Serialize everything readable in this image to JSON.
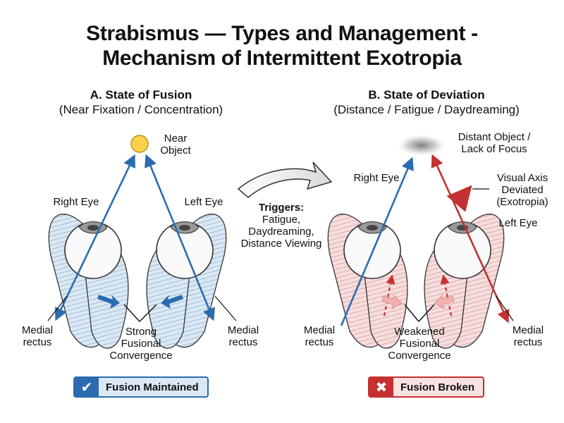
{
  "title": {
    "line1": "Strabismus — Types and Management -",
    "line2": "Mechanism of Intermittent Exotropia"
  },
  "panel_a": {
    "heading": "A. State of Fusion",
    "subheading": "(Near Fixation / Concentration)",
    "near_object_line1": "Near",
    "near_object_line2": "Object",
    "right_eye": "Right Eye",
    "left_eye": "Left Eye",
    "medial_rectus_left_line1": "Medial",
    "medial_rectus_left_line2": "rectus",
    "medial_rectus_right_line1": "Medial",
    "medial_rectus_right_line2": "rectus",
    "convergence_line1": "Strong",
    "convergence_line2": "Fusional",
    "convergence_line3": "Convergence",
    "badge": "Fusion Maintained"
  },
  "triggers": {
    "heading": "Triggers:",
    "line1": "Fatigue,",
    "line2": "Daydreaming,",
    "line3": "Distance Viewing"
  },
  "panel_b": {
    "heading": "B. State of Deviation",
    "subheading": "(Distance / Fatigue / Daydreaming)",
    "distant_object_line1": "Distant Object /",
    "distant_object_line2": "Lack of Focus",
    "right_eye": "Right Eye",
    "left_eye": "Left Eye",
    "axis_line1": "Visual Axis",
    "axis_line2": "Deviated",
    "axis_line3": "(Exotropia)",
    "medial_rectus_left_line1": "Medial",
    "medial_rectus_left_line2": "rectus",
    "medial_rectus_right_line1": "Medial",
    "medial_rectus_right_line2": "rectus",
    "convergence_line1": "Weakened",
    "convergence_line2": "Fusional",
    "convergence_line3": "Convergence",
    "badge": "Fusion Broken"
  },
  "colors": {
    "fusion_blue": "#2b6cb0",
    "deviation_red": "#c53030",
    "muscle_blue": "#a9c6df",
    "muscle_pink": "#e8aaaa",
    "near_object": "#f7d24a"
  }
}
